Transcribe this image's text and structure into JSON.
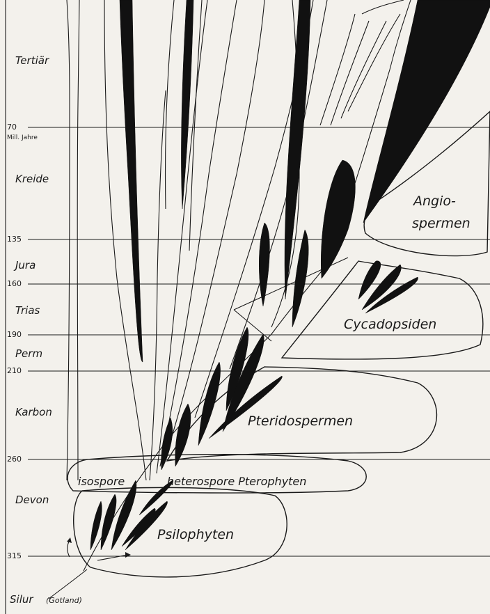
{
  "periods": {
    "tertiar": "Tertiär",
    "kreide": "Kreide",
    "jura": "Jura",
    "trias": "Trias",
    "perm": "Perm",
    "karbon": "Karbon",
    "devon": "Devon",
    "silur": "Silur",
    "silur_note": "(Gotland)"
  },
  "ages": {
    "a70": "70",
    "unit": "Mill. Jahre",
    "a135": "135",
    "a160": "160",
    "a190": "190",
    "a210": "210",
    "a260": "260",
    "a315": "315"
  },
  "groups": {
    "angio_1": "Angio-",
    "angio_2": "spermen",
    "cycado": "Cycadopsiden",
    "pterido": "Pteridospermen",
    "isospore": "isospore",
    "heterospore": "heterospore Pterophyten",
    "psilo": "Psilophyten"
  },
  "colors": {
    "ink": "#1a1a1a",
    "paper": "#f3f1ec"
  }
}
